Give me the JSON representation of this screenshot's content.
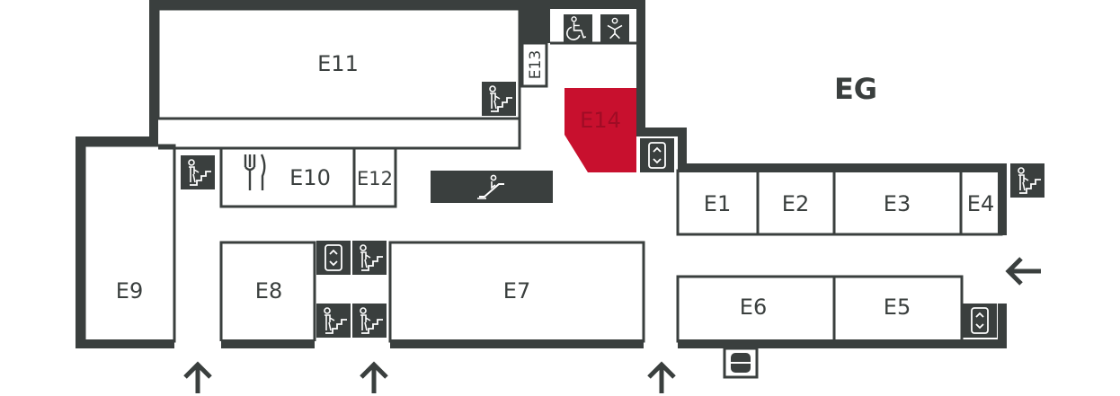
{
  "floor": {
    "label": "EG"
  },
  "colors": {
    "wall": "#3a3f3e",
    "highlight": "#c8102e",
    "background": "#ffffff",
    "icon_bg": "#3a3f3e",
    "icon_fg": "#ffffff"
  },
  "rooms": {
    "e1": "E1",
    "e2": "E2",
    "e3": "E3",
    "e4": "E4",
    "e5": "E5",
    "e6": "E6",
    "e7": "E7",
    "e8": "E8",
    "e9": "E9",
    "e10": "E10",
    "e11": "E11",
    "e12": "E12",
    "e13": "E13",
    "e14": "E14"
  },
  "highlighted_room": "E14",
  "icons": {
    "stairs": "stairs-icon",
    "elevator": "elevator-icon",
    "escalator": "escalator-icon",
    "wheelchair": "wheelchair-icon",
    "baby_changing": "baby-changing-icon",
    "restaurant": "fork-knife-icon",
    "bus": "bus-icon",
    "entrance_arrow": "entrance-arrow-icon"
  }
}
